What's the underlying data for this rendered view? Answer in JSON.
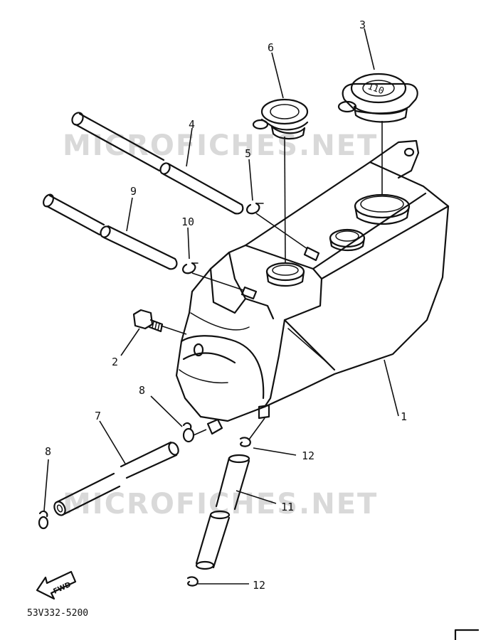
{
  "watermarks": [
    "MICROFICHES.NET",
    "MICROFICHES.NET"
  ],
  "callouts": [
    "1",
    "2",
    "3",
    "4",
    "5",
    "6",
    "7",
    "8",
    "8",
    "9",
    "10",
    "11",
    "12",
    "12"
  ],
  "cap_large_text": "110",
  "fwd_label": "FWD",
  "diagram_code": "53V332-5200"
}
